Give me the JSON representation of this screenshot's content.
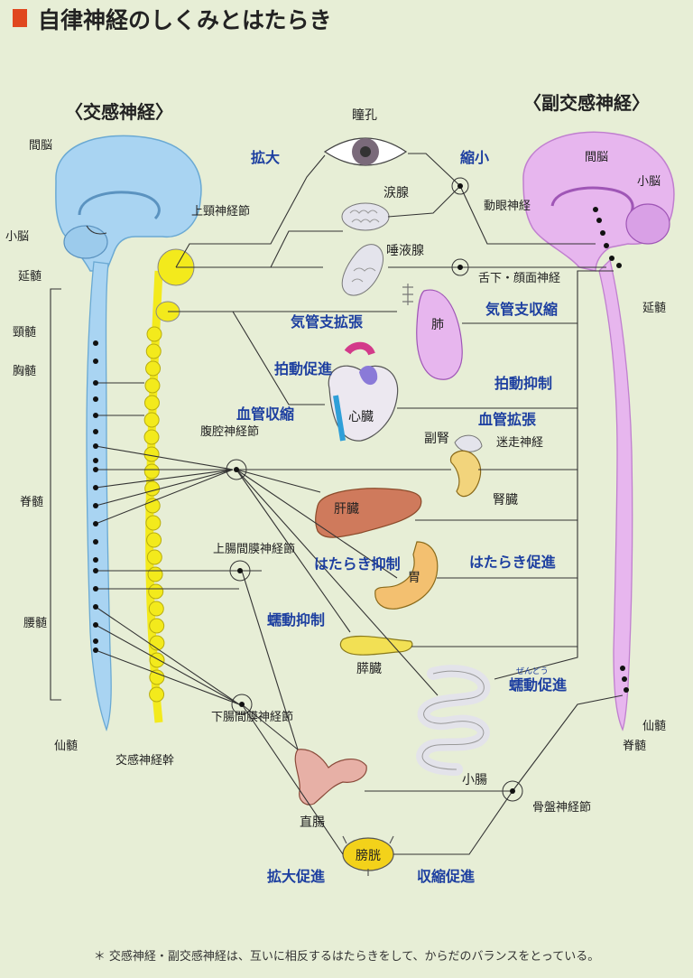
{
  "title": "自律神経のしくみとはたらき",
  "colors": {
    "title_mark": "#e0471f",
    "sympathetic": "#a9d4f2",
    "parasympathetic": "#e7b6ee",
    "ganglion_chain": "#f3ea1c",
    "effect_text": "#1d3fa0"
  },
  "sections": {
    "sympathetic": "〈交感神経〉",
    "parasympathetic": "〈副交感神経〉"
  },
  "brain_labels": {
    "left_diencephalon": "間脳",
    "left_cerebellum": "小脳",
    "medulla": "延髄",
    "right_diencephalon": "間脳",
    "right_cerebellum": "小脳",
    "right_medulla": "延髄"
  },
  "spinal_labels": {
    "cervical": "頸髄",
    "thoracic": "胸髄",
    "spinal_cord": "脊髄",
    "lumbar": "腰髄",
    "sacral_left": "仙髄",
    "sacral_right": "仙髄",
    "spinal_right": "脊髄",
    "trunk": "交感神経幹"
  },
  "ganglia": {
    "superior_cervical": "上頸神経節",
    "celiac": "腹腔神経節",
    "superior_mesenteric": "上腸間膜神経節",
    "inferior_mesenteric": "下腸間膜神経節",
    "pelvic": "骨盤神経節"
  },
  "nerves": {
    "oculomotor": "動眼神経",
    "glossopharyngeal_facial": "舌下・顔面神経",
    "vagus": "迷走神経"
  },
  "organs": {
    "pupil": "瞳孔",
    "lacrimal": "涙腺",
    "salivary": "唾液腺",
    "lung": "肺",
    "heart": "心臓",
    "adrenal": "副腎",
    "kidney": "腎臓",
    "liver": "肝臓",
    "stomach": "胃",
    "pancreas": "膵臓",
    "small_intestine": "小腸",
    "rectum": "直腸",
    "bladder": "膀胱"
  },
  "effects_sympathetic": {
    "dilate": "拡大",
    "bronchodilate": "気管支拡張",
    "heart_accel": "拍動促進",
    "vasoconstrict": "血管収縮",
    "work_inhibit": "はたらき抑制",
    "peristalsis_inhibit": "蠕動抑制",
    "dilate_promote": "拡大促進"
  },
  "effects_parasympathetic": {
    "constrict": "縮小",
    "bronchoconstrict": "気管支収縮",
    "heart_inhibit": "拍動抑制",
    "vasodilate": "血管拡張",
    "work_promote": "はたらき促進",
    "peristalsis_promote": "蠕動促進",
    "contract_promote": "収縮促進"
  },
  "ruby": {
    "peristalsis": "ぜんどう"
  },
  "footnote": "＊ 交感神経・副交感神経は、互いに相反するはたらきをして、からだのバランスをとっている。"
}
